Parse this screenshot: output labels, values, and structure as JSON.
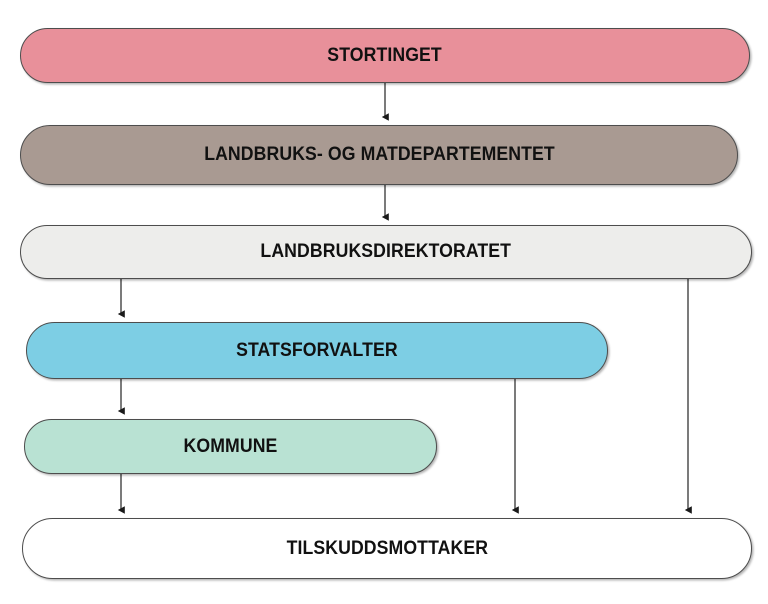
{
  "diagram": {
    "title": "Norwegian agricultural subsidy administration hierarchy",
    "background_color": "#FFFFFF",
    "nodes": [
      {
        "id": "stortinget",
        "label": "STORTINGET",
        "fill_color": "#E8909A",
        "border_color": "#4D4D4D",
        "level": 1
      },
      {
        "id": "departement",
        "label": "LANDBRUKS- OG MATDEPARTEMENTET",
        "fill_color": "#A99A92",
        "border_color": "#4D4D4D",
        "level": 2
      },
      {
        "id": "direktorat",
        "label": "LANDBRUKSDIREKTORATET",
        "fill_color": "#EDEDEB",
        "border_color": "#4D4D4D",
        "level": 3
      },
      {
        "id": "statsforvalter",
        "label": "STATSFORVALTER",
        "fill_color": "#7DCEE4",
        "border_color": "#4D4D4D",
        "level": 4
      },
      {
        "id": "kommune",
        "label": "KOMMUNE",
        "fill_color": "#B9E2D3",
        "border_color": "#4D4D4D",
        "level": 5
      },
      {
        "id": "mottaker",
        "label": "TILSKUDDSMOTTAKER",
        "fill_color": "#FFFFFF",
        "border_color": "#4D4D4D",
        "level": 6
      }
    ],
    "edges": [
      {
        "id": "edge-stortinget-departement",
        "from": "stortinget",
        "to": "departement",
        "style": "arrow-down"
      },
      {
        "id": "edge-departement-direktorat",
        "from": "departement",
        "to": "direktorat",
        "style": "arrow-down"
      },
      {
        "id": "edge-direktorat-statsforvalter",
        "from": "direktorat",
        "to": "statsforvalter",
        "style": "arrow-down"
      },
      {
        "id": "edge-statsforvalter-kommune",
        "from": "statsforvalter",
        "to": "kommune",
        "style": "arrow-down"
      },
      {
        "id": "edge-kommune-mottaker",
        "from": "kommune",
        "to": "mottaker",
        "style": "arrow-down"
      },
      {
        "id": "edge-statsforvalter-mottaker",
        "from": "statsforvalter",
        "to": "mottaker",
        "style": "arrow-down"
      },
      {
        "id": "edge-direktorat-mottaker",
        "from": "direktorat",
        "to": "mottaker",
        "style": "arrow-down"
      }
    ]
  }
}
